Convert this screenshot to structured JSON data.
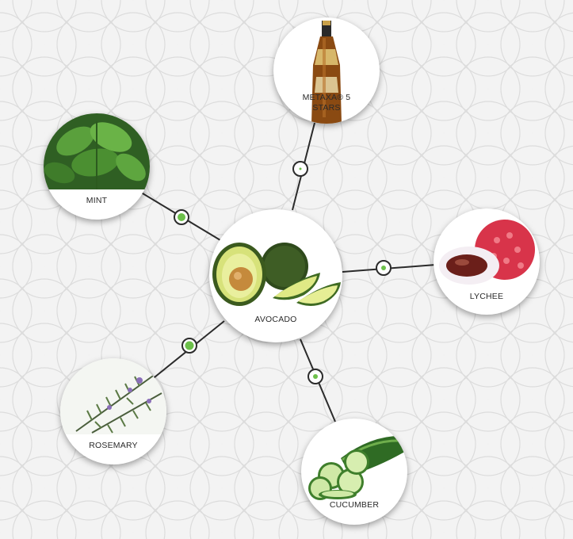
{
  "diagram": {
    "center": {
      "label": "AVOCADO",
      "icon": "avocado-image"
    },
    "nodes": [
      {
        "id": "metaxa",
        "label": "METAXA® 5 STARS",
        "icon": "metaxa-bottle-image"
      },
      {
        "id": "mint",
        "label": "MINT",
        "icon": "mint-leaves-image"
      },
      {
        "id": "lychee",
        "label": "LYCHEE",
        "icon": "lychee-fruit-image"
      },
      {
        "id": "rosemary",
        "label": "ROSEMARY",
        "icon": "rosemary-sprig-image"
      },
      {
        "id": "cucumber",
        "label": "CUCUMBER",
        "icon": "cucumber-slices-image"
      }
    ],
    "colors": {
      "connector": "#2b2b2b",
      "pairing_dot": "#6cc04a",
      "background": "#f2f2f2"
    }
  }
}
